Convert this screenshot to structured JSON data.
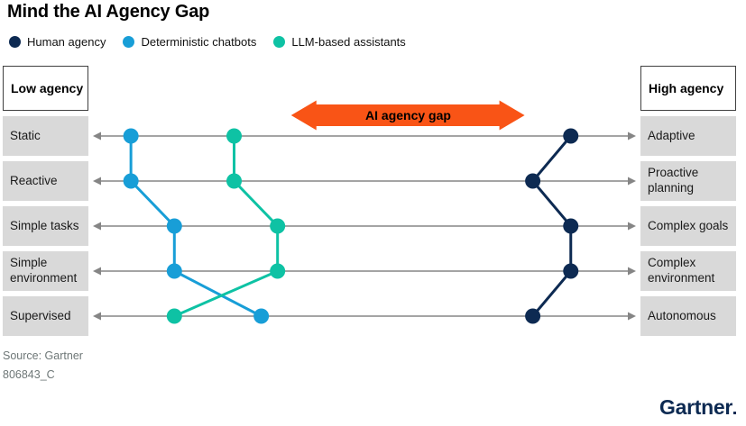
{
  "title": "Mind the AI Agency Gap",
  "colors": {
    "navy": "#0d2a52",
    "blue": "#189ed7",
    "teal": "#0ec2a4",
    "arrow_orange": "#f95416",
    "axis_gray": "#858585",
    "label_box_gray": "#d9d9d9"
  },
  "legend": [
    {
      "label": "Human agency"
    },
    {
      "label": "Deterministic chatbots"
    },
    {
      "label": "LLM-based assistants"
    }
  ],
  "left_header": "Low agency",
  "right_header": "High agency",
  "axes": [
    {
      "left": "Static",
      "right": "Adaptive"
    },
    {
      "left": "Reactive",
      "right": "Proactive planning"
    },
    {
      "left": "Simple tasks",
      "right": "Complex goals"
    },
    {
      "left": "Simple environment",
      "right": "Complex environment"
    },
    {
      "left": "Supervised",
      "right": "Autonomous"
    }
  ],
  "chart_data": {
    "type": "line",
    "description": "Slope graph: three series plotted on five bipolar agency axes; position is relative agency level from low (0, left) to high (1, right).",
    "axes": [
      {
        "low": "Static",
        "high": "Adaptive"
      },
      {
        "low": "Reactive",
        "high": "Proactive planning"
      },
      {
        "low": "Simple tasks",
        "high": "Complex goals"
      },
      {
        "low": "Simple environment",
        "high": "Complex environment"
      },
      {
        "low": "Supervised",
        "high": "Autonomous"
      }
    ],
    "series": [
      {
        "name": "Human agency",
        "color": "#0d2a52",
        "positions": [
          0.88,
          0.81,
          0.88,
          0.88,
          0.81
        ]
      },
      {
        "name": "Deterministic chatbots",
        "color": "#189ed7",
        "positions": [
          0.07,
          0.07,
          0.15,
          0.15,
          0.31
        ]
      },
      {
        "name": "LLM-based assistants",
        "color": "#0ec2a4",
        "positions": [
          0.26,
          0.26,
          0.34,
          0.34,
          0.15
        ]
      }
    ],
    "annotation": {
      "label": "AI agency gap",
      "x_start": 0.365,
      "x_end": 0.795
    }
  },
  "footer": {
    "source": "Source: Gartner",
    "doc_id": "806843_C",
    "logo": "Gartner"
  }
}
